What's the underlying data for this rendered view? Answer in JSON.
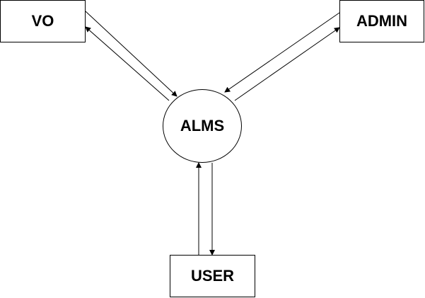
{
  "nodes": {
    "vo": {
      "label": "VO"
    },
    "admin": {
      "label": "ADMIN"
    },
    "user": {
      "label": "USER"
    },
    "alms": {
      "label": "ALMS"
    }
  },
  "edges": [
    {
      "from": "vo",
      "to": "alms"
    },
    {
      "from": "alms",
      "to": "vo"
    },
    {
      "from": "admin",
      "to": "alms"
    },
    {
      "from": "alms",
      "to": "admin"
    },
    {
      "from": "user",
      "to": "alms"
    },
    {
      "from": "alms",
      "to": "user"
    }
  ],
  "colors": {
    "stroke": "#000000",
    "background": "#ffffff"
  }
}
